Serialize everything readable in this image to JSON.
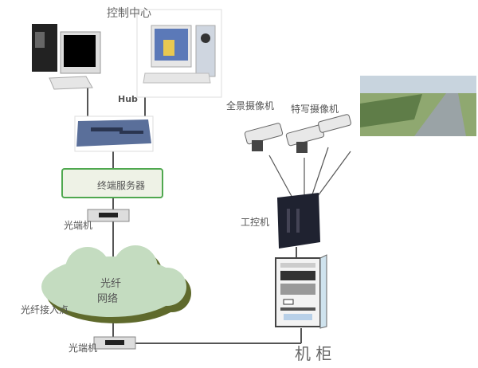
{
  "labels": {
    "control_center": "控制中心",
    "hub": "Hub",
    "panorama_camera": "全景摄像机",
    "closeup_camera": "特写摄像机",
    "terminal_server": "终端服务器",
    "optical_transceiver_top": "光端机",
    "fiber_network": [
      "光纤",
      "网络"
    ],
    "fiber_access_point": "光纤接入点",
    "optical_transceiver_bottom": "光端机",
    "industrial_pc": "工控机",
    "cabinet": "机 柜"
  },
  "colors": {
    "cloud_fill": "#c4dcc0",
    "cloud_shadow": "#5f6a2c",
    "terminal_server_border": "#4fa84f",
    "terminal_server_fill": "#eef2e6",
    "line": "#555555"
  }
}
